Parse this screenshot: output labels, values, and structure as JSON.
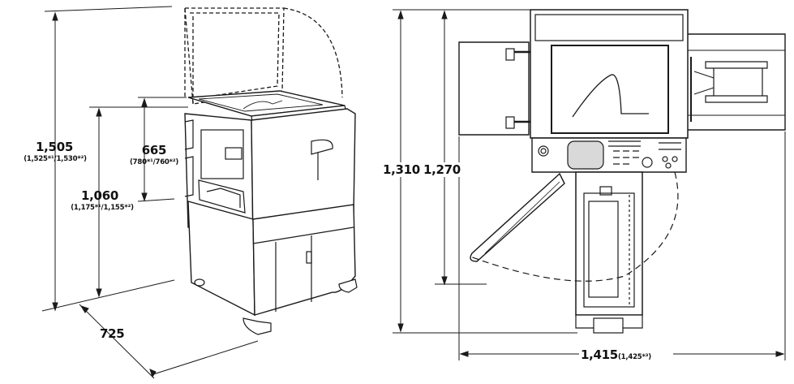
{
  "dimensions": {
    "overall_height": {
      "value": "1,505",
      "alt": "(1,525*¹/1,530*²)"
    },
    "scanner_height": {
      "value": "665",
      "alt": "(780*¹/760*²)"
    },
    "body_height": {
      "value": "1,060",
      "alt": "(1,175*¹/1,155*²)"
    },
    "depth": {
      "value": "725"
    },
    "top_depth_open": {
      "value": "1,310"
    },
    "top_depth": {
      "value": "1,270"
    },
    "width": {
      "value": "1,415",
      "alt": "(1,425*³)"
    }
  },
  "colors": {
    "line": "#1a1a1a",
    "fill": "#ffffff",
    "shade": "#e6e6e6",
    "screen": "#d9d9d9"
  }
}
